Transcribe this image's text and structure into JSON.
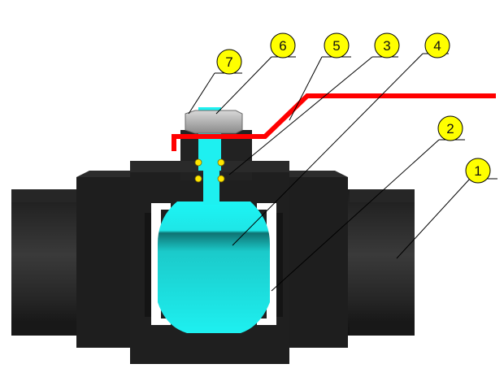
{
  "colors": {
    "background": "#ffffff",
    "body_dark": "#1a1a1a",
    "ball_cyan": "#1ef0f0",
    "handle_red": "#ff0000",
    "seal_yellow": "#ffe600",
    "callout_fill": "#ffff00",
    "leader_line": "#000000"
  },
  "diagram": {
    "subject": "ball-valve-cross-section",
    "callouts": [
      {
        "number": "1",
        "part": "valve-body"
      },
      {
        "number": "2",
        "part": "seat"
      },
      {
        "number": "3",
        "part": "stem-seals"
      },
      {
        "number": "4",
        "part": "ball"
      },
      {
        "number": "5",
        "part": "handle"
      },
      {
        "number": "6",
        "part": "stem"
      },
      {
        "number": "7",
        "part": "nut"
      }
    ]
  }
}
